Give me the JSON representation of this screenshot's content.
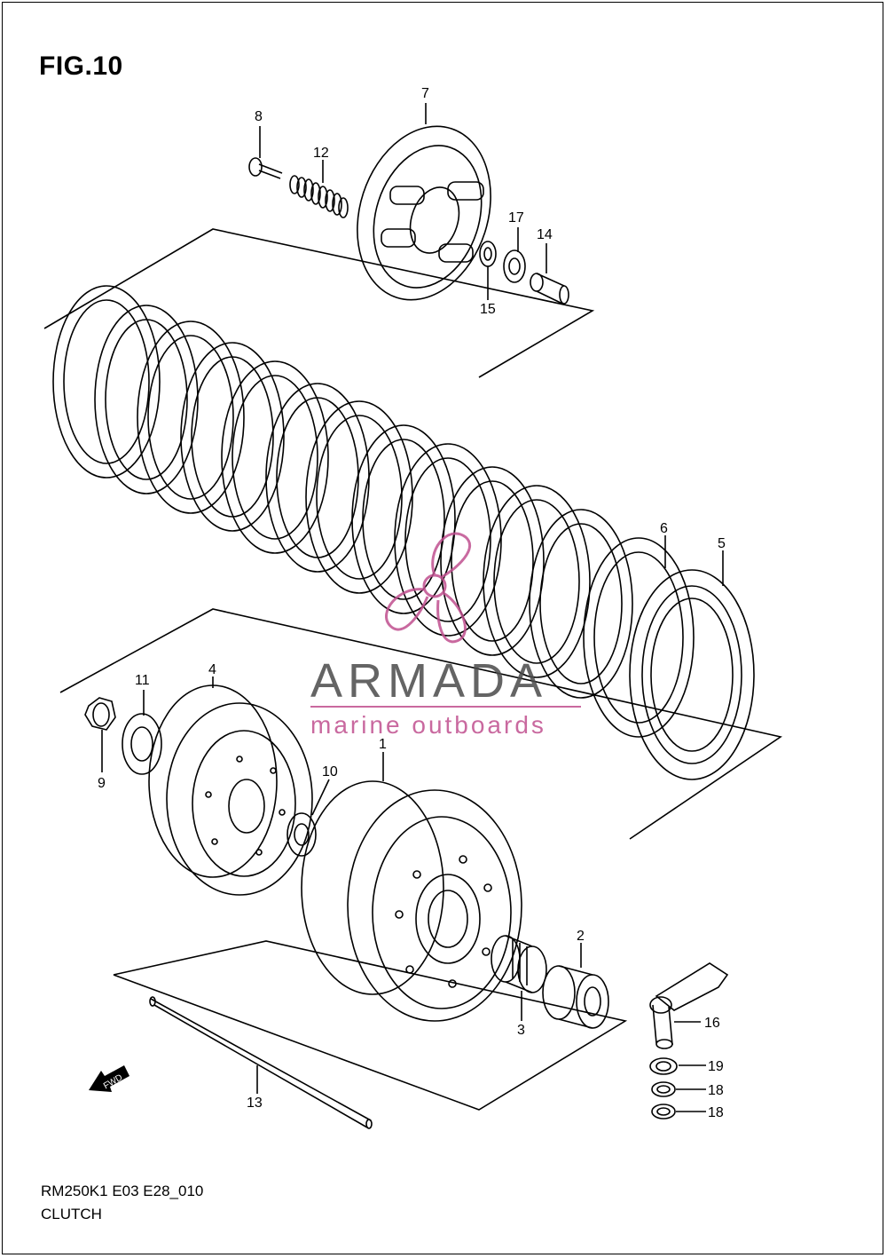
{
  "figure_title": "FIG.10",
  "model_code": "RM250K1 E03 E28_010",
  "section_name": "CLUTCH",
  "fwd_label": "FWD",
  "watermark": {
    "name": "ARMADA",
    "subtitle": "marine outboards",
    "color": "#c0508f"
  },
  "callouts": {
    "c1": "1",
    "c2": "2",
    "c3": "3",
    "c4": "4",
    "c5": "5",
    "c6": "6",
    "c7": "7",
    "c8": "8",
    "c9": "9",
    "c10": "10",
    "c11": "11",
    "c12": "12",
    "c13": "13",
    "c14": "14",
    "c15": "15",
    "c16": "16",
    "c17": "17",
    "c18a": "18",
    "c18b": "18",
    "c19": "19"
  }
}
